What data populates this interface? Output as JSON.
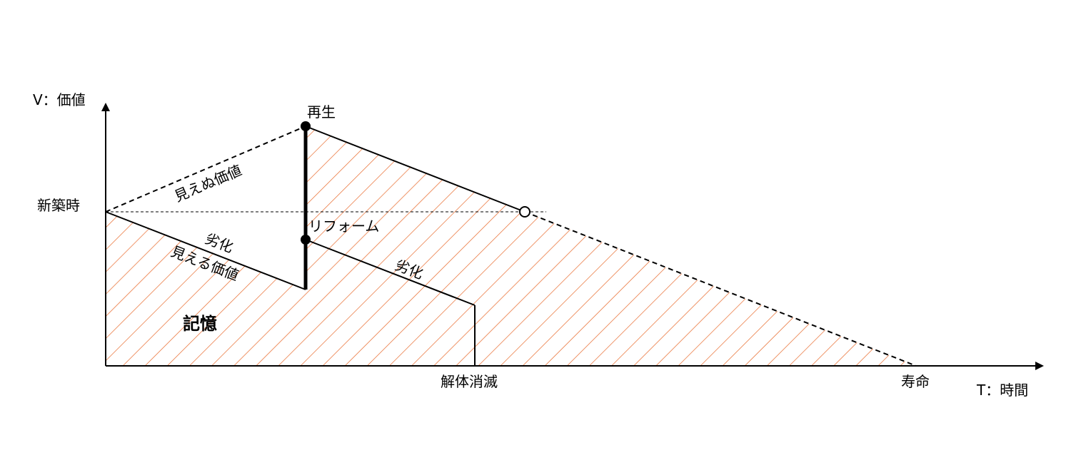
{
  "axes": {
    "y_label": "V：価値",
    "x_label": "T：時間"
  },
  "labels": {
    "new_build": "新築時",
    "regeneration": "再生",
    "invisible_value": "見えぬ価値",
    "deterioration_1": "劣化",
    "visible_value": "見える価値",
    "reform": "リフォーム",
    "deterioration_2": "劣化",
    "memory": "記憶",
    "demolition": "解体消滅",
    "lifespan": "寿命"
  },
  "colors": {
    "hatch": "#e8692a",
    "line": "#000000"
  }
}
